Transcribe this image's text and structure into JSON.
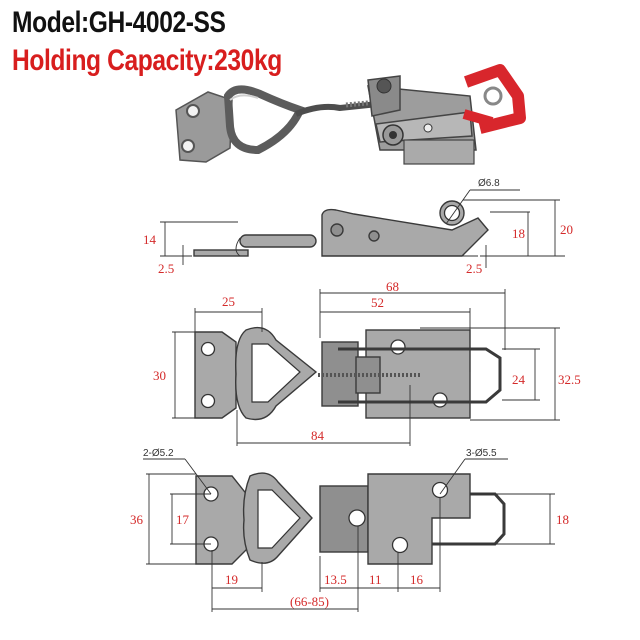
{
  "header": {
    "model": "Model:GH-4002-SS",
    "capacity": "Holding Capacity:230kg"
  },
  "colors": {
    "model_text": "#111111",
    "capacity_text": "#d81e1e",
    "dimension_text": "#d42a2a",
    "metal": "#a9a9a9",
    "rubber_grip": "#d8262c"
  },
  "photo": {
    "subject": "stainless steel toggle latch with red handle grip"
  },
  "side_view": {
    "dims": {
      "h_left": "14",
      "t_left": "2.5",
      "t_right": "2.5",
      "h_mid": "18",
      "h_total": "20",
      "hole": "Ø6.8"
    }
  },
  "top_view": {
    "dims": {
      "plate_w": "25",
      "plate_h": "30",
      "body_len_52": "52",
      "body_len_68": "68",
      "loop_h": "24",
      "body_h": "32.5",
      "total_len": "84"
    }
  },
  "bottom_view": {
    "dims": {
      "plate_holes": "2-Ø5.2",
      "body_holes": "3-Ø5.5",
      "overall_h": "36",
      "hole_spacing": "17",
      "plate_offset": "19",
      "d1": "13.5",
      "d2": "11",
      "d3": "16",
      "adjust_range": "(66-85)",
      "loop_h": "18"
    }
  }
}
